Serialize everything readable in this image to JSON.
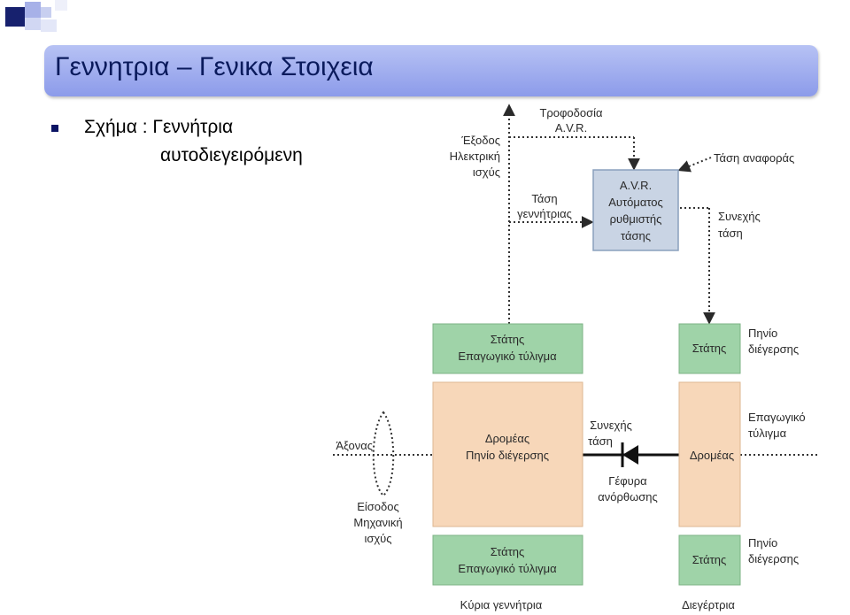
{
  "slide": {
    "title": "Γεννητρια – Γενικα Στοιχεια",
    "bullet_line1": "Σχήμα : Γεννήτρια",
    "bullet_line2": "αυτοδιεγειρόμενη"
  },
  "diagram": {
    "colors": {
      "green_block": "#9fd3a8",
      "peach_block": "#f7d7b9",
      "avr_block": "#c9d4e4",
      "title_bar": "#98a6ee",
      "bullet": "#0b1464"
    },
    "avr_box": [
      "A.V.R.",
      "Αυτόματος",
      "ρυθμιστής",
      "τάσης"
    ],
    "labels": {
      "trofodosia": [
        "Τροφοδοσία",
        "A.V.R."
      ],
      "exodos": [
        "Έξοδος",
        "Ηλεκτρική",
        "ισχύς"
      ],
      "tasi_anaforas": "Τάση αναφοράς",
      "tasi_gennitrias": [
        "Τάση",
        "γεννήτριας"
      ],
      "synexis_tasi_right": [
        "Συνεχής",
        "τάση"
      ],
      "pinio_top": [
        "Πηνίο",
        "διέγερσης"
      ],
      "epagogiko_right": [
        "Επαγωγικό",
        "τύλιγμα"
      ],
      "axonas": "Άξονας",
      "eisodos": [
        "Είσοδος",
        "Μηχανική",
        "ισχύς"
      ],
      "synexis_tasi_mid": [
        "Συνεχής",
        "τάση"
      ],
      "gefyra": [
        "Γέφυρα",
        "ανόρθωσης"
      ],
      "pinio_bottom": [
        "Πηνίο",
        "διέγερσης"
      ],
      "kyria": "Κύρια γεννήτρια",
      "diegertria": "Διεγέρτρια"
    },
    "blocks": {
      "stator_top_main": [
        "Στάτης",
        "Επαγωγικό τύλιγμα"
      ],
      "rotor_main": [
        "Δρομέας",
        "Πηνίο διέγερσης"
      ],
      "stator_bottom_main": [
        "Στάτης",
        "Επαγωγικό τύλιγμα"
      ],
      "stator_top_exc": "Στάτης",
      "rotor_exc": "Δρομέας",
      "stator_bottom_exc": "Στάτης"
    }
  }
}
